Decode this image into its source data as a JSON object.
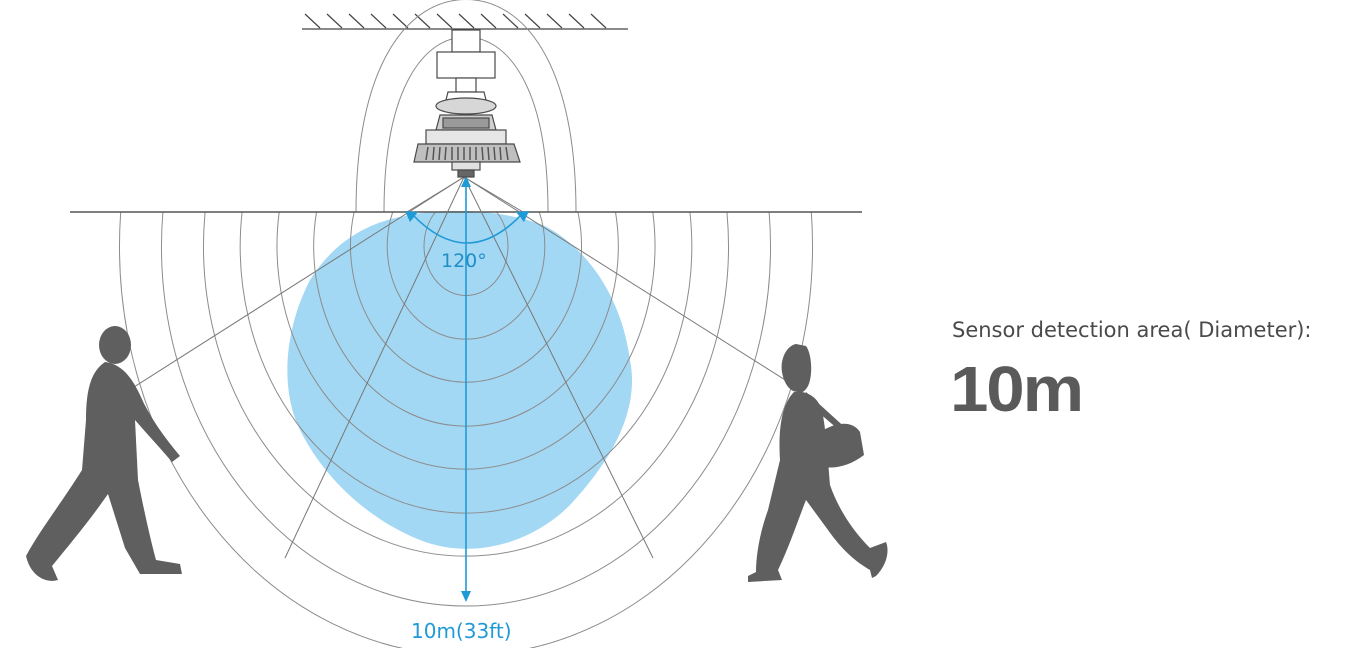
{
  "diagram": {
    "angle_label": "120°",
    "range_label": "10m(33ft)"
  },
  "info": {
    "caption": "Sensor detection area( Diameter):",
    "value": "10m"
  },
  "colors": {
    "detection_area": "#a3d8f4",
    "accent_blue": "#1f9ad6",
    "silhouette": "#5f5f5f",
    "line": "#8a8a8a"
  },
  "icons": [
    "ceiling-hatch-icon",
    "high-bay-lamp-icon",
    "walking-man-icon",
    "walking-woman-icon"
  ]
}
